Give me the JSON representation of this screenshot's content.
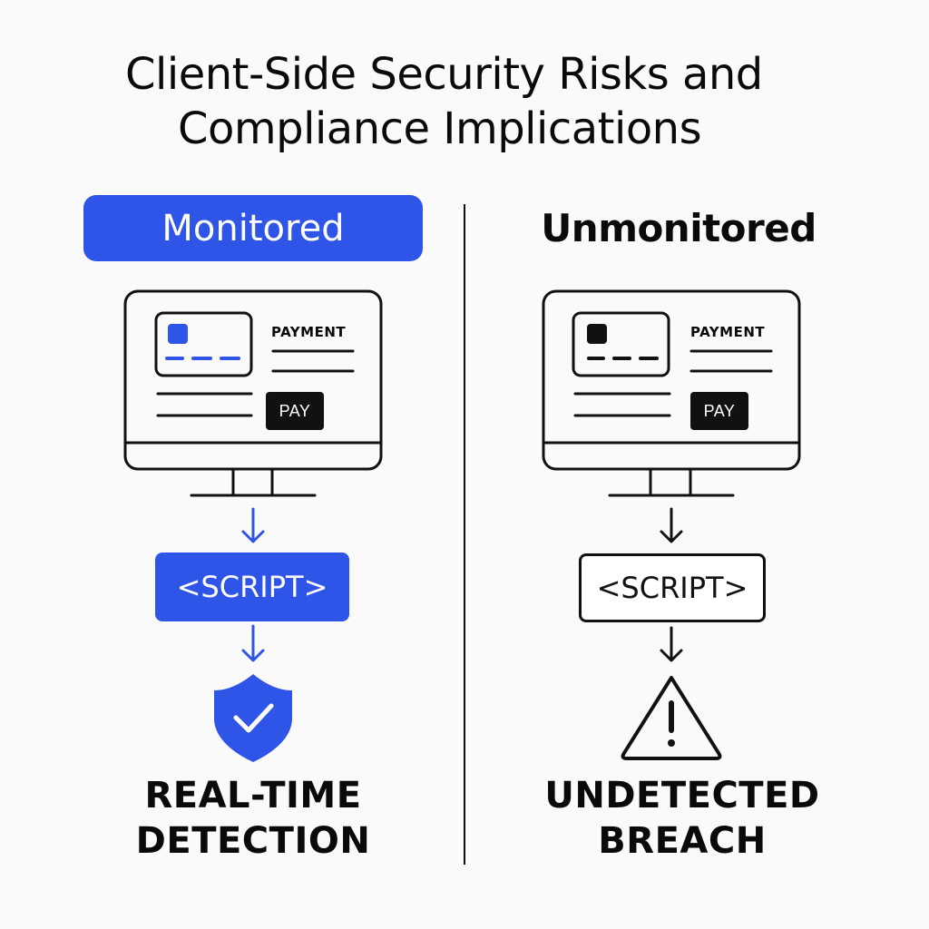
{
  "title": {
    "line1": "Client-Side Security Risks and",
    "line2": "Compliance Implications"
  },
  "colors": {
    "accent": "#2f55e8",
    "ink": "#111111"
  },
  "left": {
    "heading": "Monitored",
    "payment_label": "PAYMENT",
    "pay_button": "PAY",
    "script_label": "<SCRIPT>",
    "result_icon": "shield-check-icon",
    "caption_line1": "REAL-TIME",
    "caption_line2": "DETECTION"
  },
  "right": {
    "heading": "Unmonitored",
    "payment_label": "PAYMENT",
    "pay_button": "PAY",
    "script_label": "<SCRIPT>",
    "result_icon": "warning-triangle-icon",
    "caption_line1": "UNDETECTED",
    "caption_line2": "BREACH"
  }
}
